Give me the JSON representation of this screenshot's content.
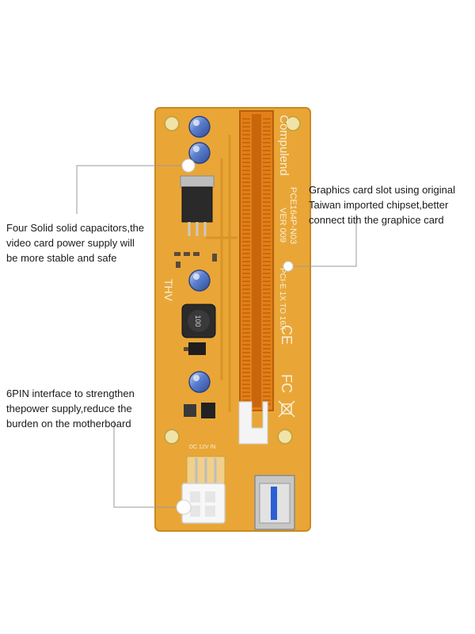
{
  "callouts": {
    "capacitors": "Four Solid solid capacitors,the\nvideo card power supply will\n be more stable and safe",
    "slot": "Graphics card slot using original\nTaiwan imported chipset,better\nconnect tith the graphice card",
    "sixpin": "6PIN interface to strengthen\n thepower supply,reduce the\nburden on the motherboard"
  },
  "board_text": {
    "brand": "Compulend",
    "model": "PCE164P-N03",
    "version": "VER 009",
    "bus": "PCI-E 1X TO 16X",
    "ce": "CE",
    "fc": "FC",
    "dc": "DC 12V IN",
    "inductor": "100",
    "logo": "THV"
  },
  "colors": {
    "pcb": "#e9a637",
    "slot": "#e37f18",
    "capacitor": "#4a6fc0",
    "leader_line": "#9a9a9a"
  }
}
